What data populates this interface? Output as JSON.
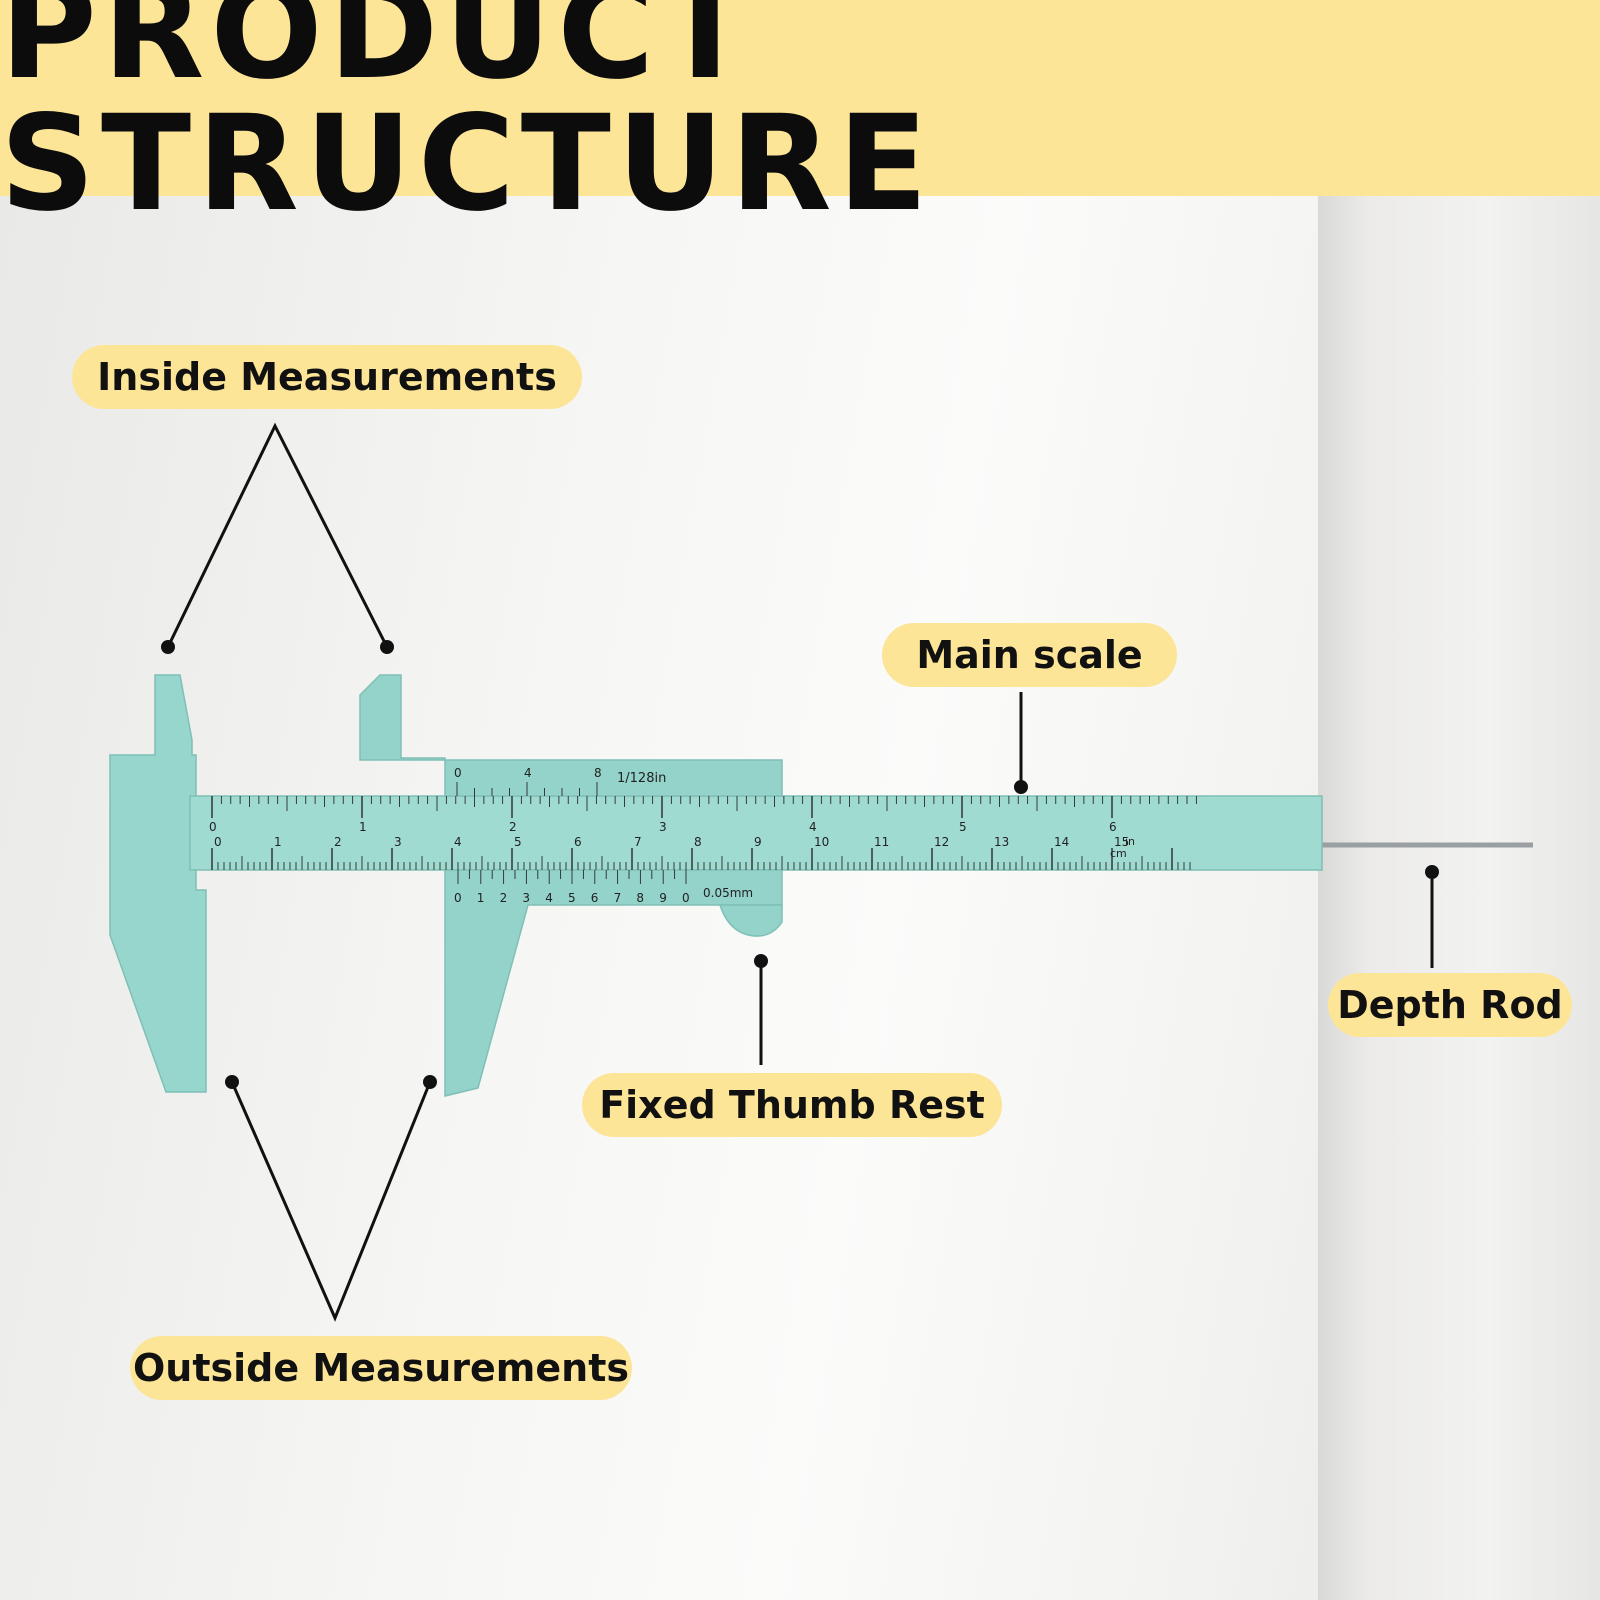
{
  "header": {
    "title": "PRODUCT STRUCTURE"
  },
  "labels": {
    "inside": "Inside Measurements",
    "outside": "Outside Measurements",
    "main_scale": "Main scale",
    "thumb_rest": "Fixed Thumb Rest",
    "depth_rod": "Depth Rod"
  },
  "scale_text": {
    "vernier_inch": "1/128in",
    "vernier_mm": "0.05mm",
    "unit_in": "in",
    "unit_cm": "cm",
    "vernier_inch_numbers": [
      "0",
      "4",
      "8"
    ],
    "vernier_mm_numbers": [
      "0",
      "1",
      "2",
      "3",
      "4",
      "5",
      "6",
      "7",
      "8",
      "9",
      "0"
    ],
    "inch_numbers": [
      "0",
      "1",
      "2",
      "3",
      "4",
      "5",
      "6"
    ],
    "cm_numbers": [
      "0",
      "1",
      "2",
      "3",
      "4",
      "5",
      "6",
      "7",
      "8",
      "9",
      "10",
      "11",
      "12",
      "13",
      "14",
      "15"
    ]
  },
  "colors": {
    "accent": "#fde597",
    "caliper": "#97d6cc",
    "ink": "#111111"
  }
}
